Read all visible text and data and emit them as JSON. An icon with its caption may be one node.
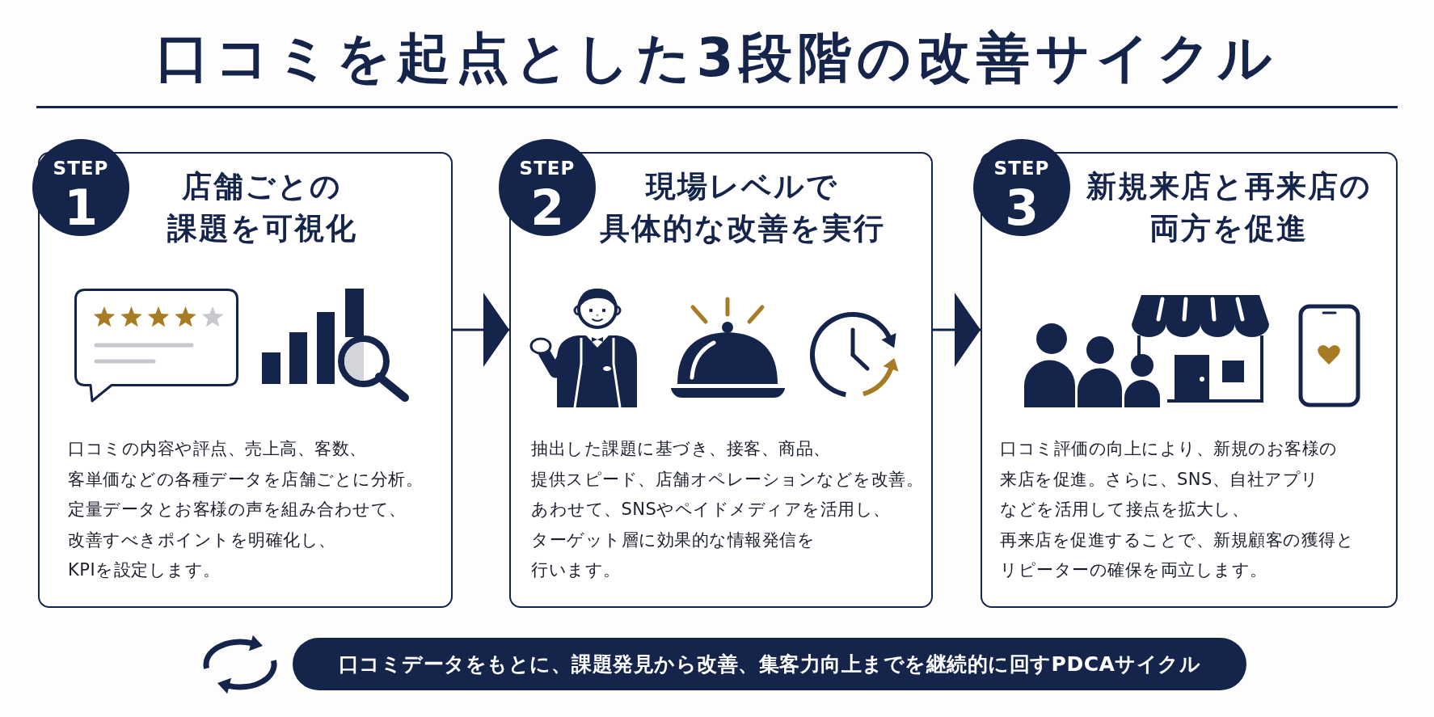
{
  "diagram": {
    "title": "口コミを起点とした3段階の改善サイクル",
    "nodes": [
      {
        "text": [
          "STEP",
          "1"
        ]
      },
      {
        "text": [
          "店舗ごとの課題を可視化",
          "口コミの内容や評点、売上高、客数、客単価などの各種データを店舗ごとに分析。定量データとお客様の声を組み合わせて、改善すべきポイントを明確化し、KPIを設定します。"
        ]
      },
      {
        "text": [
          "STEP",
          "2"
        ]
      },
      {
        "text": [
          "現場レベルで具体的な改善を実行",
          "抽出した課題に基づき、接客、商品、提供スピード、店舗オペレーションなどを改善。あわせて、SNSやペイドメディアを活用し、ターゲット層に効果的な情報発信を行います。"
        ]
      },
      {
        "text": [
          "STEP",
          "3"
        ]
      },
      {
        "text": [
          "新規来店と再来店の両方を促進",
          "口コミ評価の向上により、新規のお客様の来店を促進。さらに、SNS、自社アプリなどを活用して接点を拡大し、再来店を促進することで、新規顧客の獲得とリピーターの確保を両立します。"
        ]
      },
      {
        "text": [
          "口コミデータをもとに、課題発見から改善、集客力向上までを継続的に回すPDCAサイクル"
        ]
      }
    ],
    "edges": [
      {
        "from": 1,
        "to": 3,
        "arrow": "to"
      },
      {
        "from": 3,
        "to": 5,
        "arrow": "to"
      }
    ]
  }
}
